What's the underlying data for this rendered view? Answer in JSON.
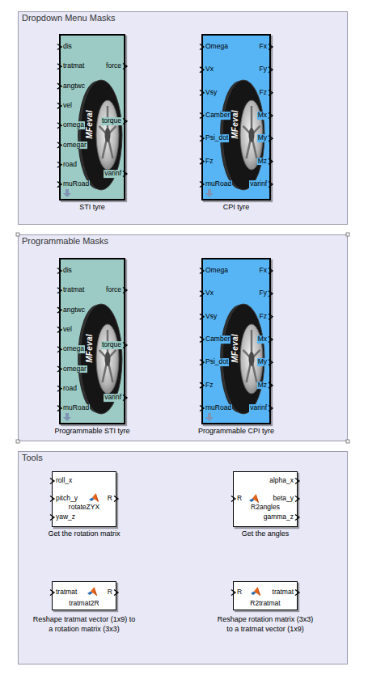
{
  "diagram": {
    "nodes": [
      {
        "text": [
          "Dropdown Menu Masks"
        ]
      },
      {
        "text": [
          "STI tyre",
          "dis",
          "tratmat",
          "angtwc",
          "vel",
          "omega",
          "omegar",
          "road",
          "muRoad",
          "force",
          "torque",
          "varinf",
          "MFeval"
        ],
        "in": 0
      },
      {
        "text": [
          "CPI tyre",
          "Omega",
          "Vx",
          "Vsy",
          "Camber",
          "Psi_dot",
          "Fz",
          "muRoad",
          "Fx",
          "Fy",
          "Fz",
          "Mx",
          "My",
          "Mz",
          "varinf",
          "MFeval"
        ],
        "in": 0
      },
      {
        "text": [
          "Programmable Masks"
        ]
      },
      {
        "text": [
          "Programmable STI tyre",
          "dis",
          "tratmat",
          "angtwc",
          "vel",
          "omega",
          "omegar",
          "road",
          "muRoad",
          "force",
          "torque",
          "varinf",
          "MFeval"
        ],
        "in": 3
      },
      {
        "text": [
          "Programmable CPI tyre",
          "Omega",
          "Vx",
          "Vsy",
          "Camber",
          "Psi_dot",
          "Fz",
          "muRoad",
          "Fx",
          "Fy",
          "Fz",
          "Mx",
          "My",
          "Mz",
          "varinf",
          "MFeval"
        ],
        "in": 3
      },
      {
        "text": [
          "Tools"
        ]
      },
      {
        "text": [
          "Get the rotation matrix",
          "rotateZYX",
          "roll_x",
          "pitch_y",
          "yaw_z",
          "R"
        ],
        "in": 6
      },
      {
        "text": [
          "Get the angles",
          "R2angles",
          "R",
          "alpha_x",
          "beta_y",
          "gamma_z"
        ],
        "in": 6
      },
      {
        "text": [
          "Reshape tratmat vector (1x9) to a rotation matrix (3x3)",
          "tratmat2R",
          "tratmat",
          "R"
        ],
        "in": 6
      },
      {
        "text": [
          "Reshape rotation matrix (3x3) to a tratmat vector (1x9)",
          "R2tratmat",
          "R",
          "tratmat"
        ],
        "in": 6
      }
    ]
  }
}
